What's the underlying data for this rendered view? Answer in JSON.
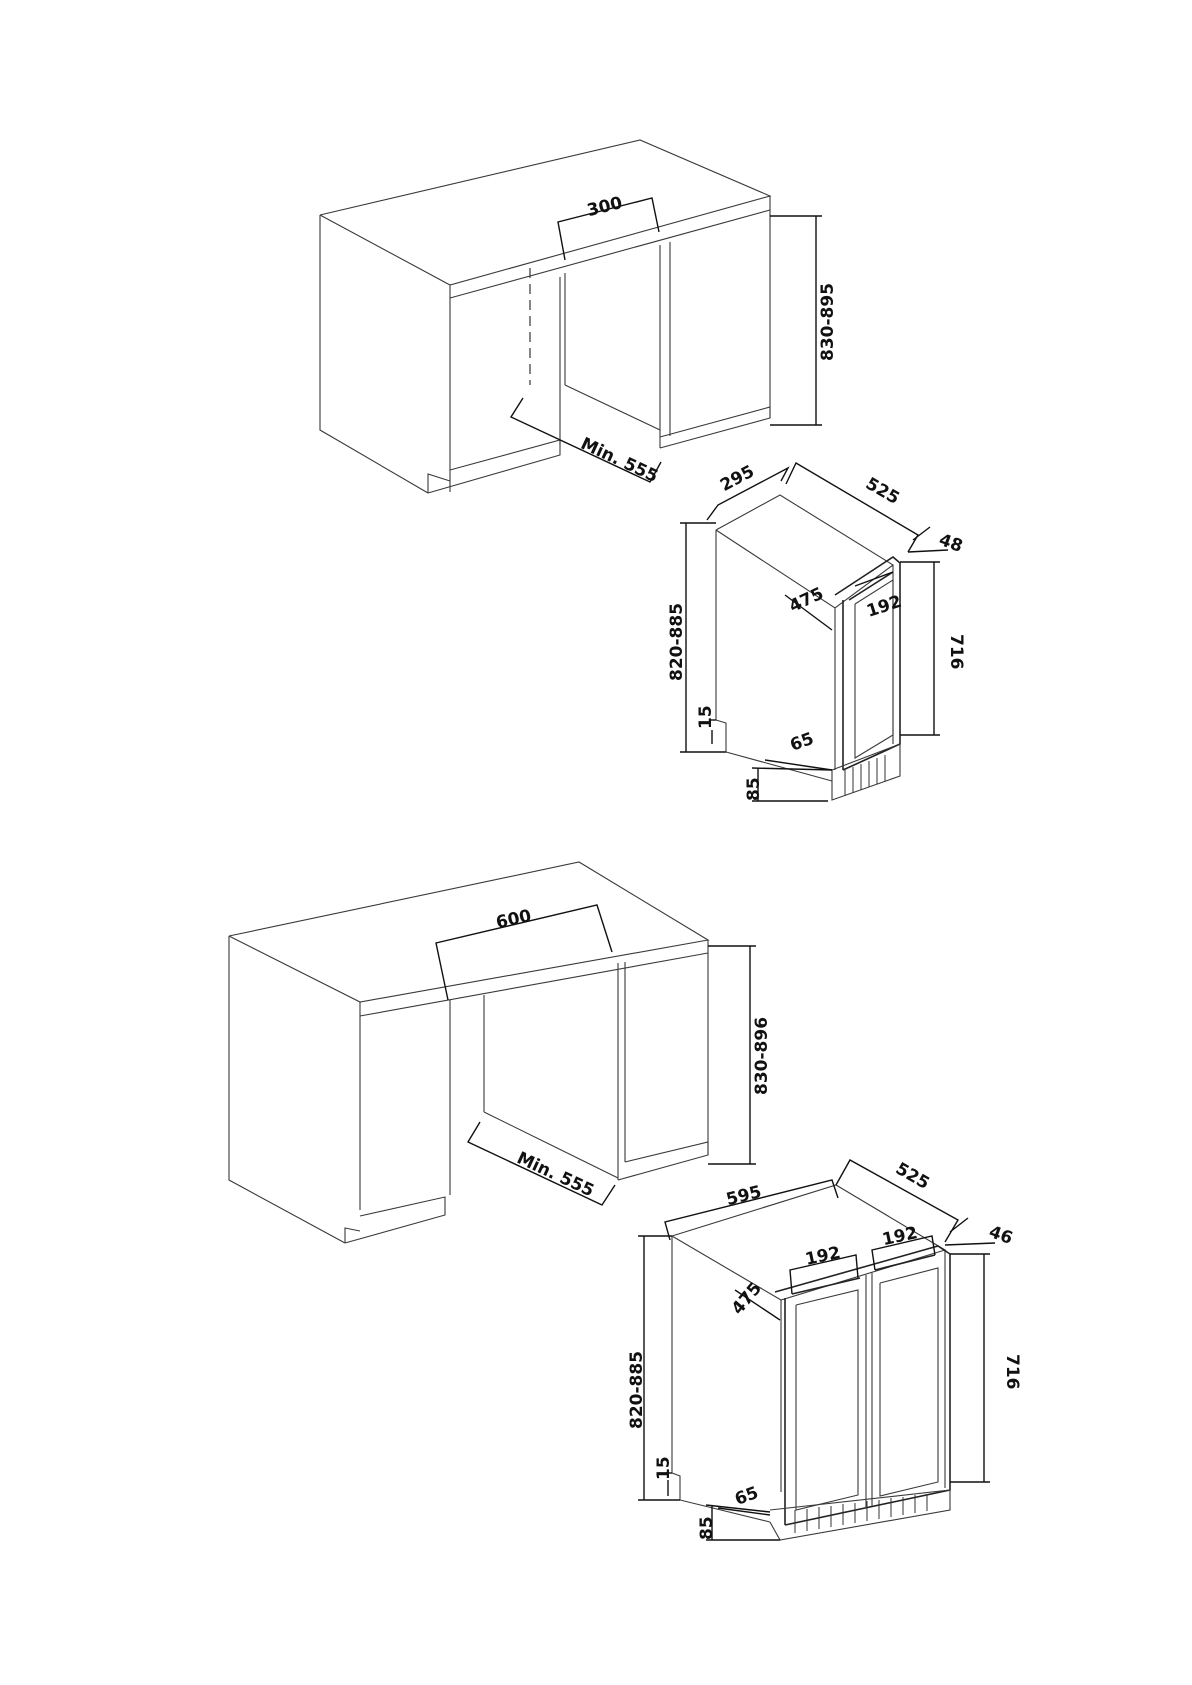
{
  "diagram_1": {
    "cabinet": {
      "opening_width": "300",
      "height": "830-895",
      "depth": "Min. 555"
    },
    "appliance": {
      "width": "295",
      "depth": "525",
      "door_thickness": "48",
      "door_swing": "475",
      "handle_length": "192",
      "height": "820-885",
      "door_height": "716",
      "foot_height": "15",
      "plinth_depth": "65",
      "plinth_height": "85"
    }
  },
  "diagram_2": {
    "cabinet": {
      "opening_width": "600",
      "height": "830-896",
      "depth": "Min. 555"
    },
    "appliance": {
      "width": "595",
      "depth": "525",
      "door_thickness": "46",
      "handle_left": "192",
      "handle_right": "192",
      "door_swing": "475",
      "height": "820-885",
      "door_height": "716",
      "foot_height": "15",
      "plinth_depth": "65",
      "plinth_height": "85"
    }
  }
}
